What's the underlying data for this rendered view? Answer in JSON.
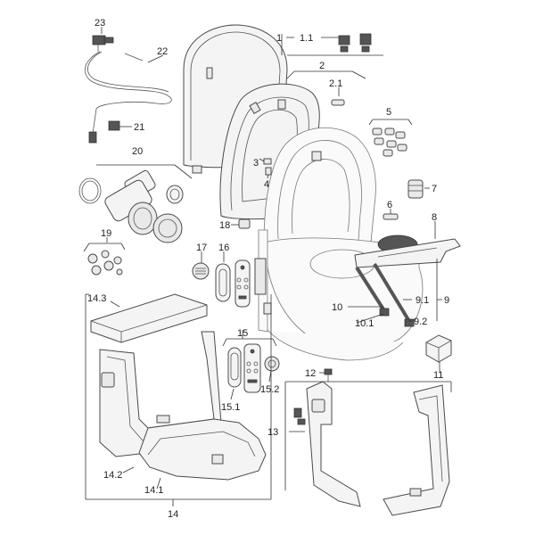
{
  "diagram": {
    "labels": {
      "p1": "1",
      "p1_1": "1.1",
      "p2": "2",
      "p2_1": "2.1",
      "p3": "3",
      "p4": "4",
      "p5": "5",
      "p6": "6",
      "p7": "7",
      "p8": "8",
      "p9": "9",
      "p9_1": "9.1",
      "p9_2": "9.2",
      "p10": "10",
      "p10_1": "10.1",
      "p11": "11",
      "p12": "12",
      "p13": "13",
      "p14": "14",
      "p14_1": "14.1",
      "p14_2": "14.2",
      "p14_3": "14.3",
      "p15": "15",
      "p15_1": "15.1",
      "p15_2": "15.2",
      "p16": "16",
      "p17": "17",
      "p18": "18",
      "p19": "19",
      "p20": "20",
      "p21": "21",
      "p22": "22",
      "p23": "23"
    }
  }
}
